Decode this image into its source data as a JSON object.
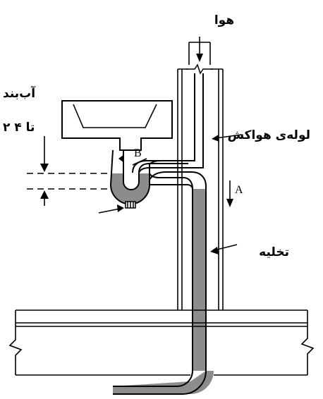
{
  "labels": {
    "air": "هوا",
    "vent_pipe": "لوله‌ی هواکش",
    "water_seal": "آب‌بند",
    "seal_depth": "۲ تا ۴",
    "drain": "تخلیه",
    "point_a": "A",
    "point_b": "B"
  },
  "colors": {
    "water": "#8c8c8c",
    "line": "#000000",
    "background": "#ffffff"
  }
}
